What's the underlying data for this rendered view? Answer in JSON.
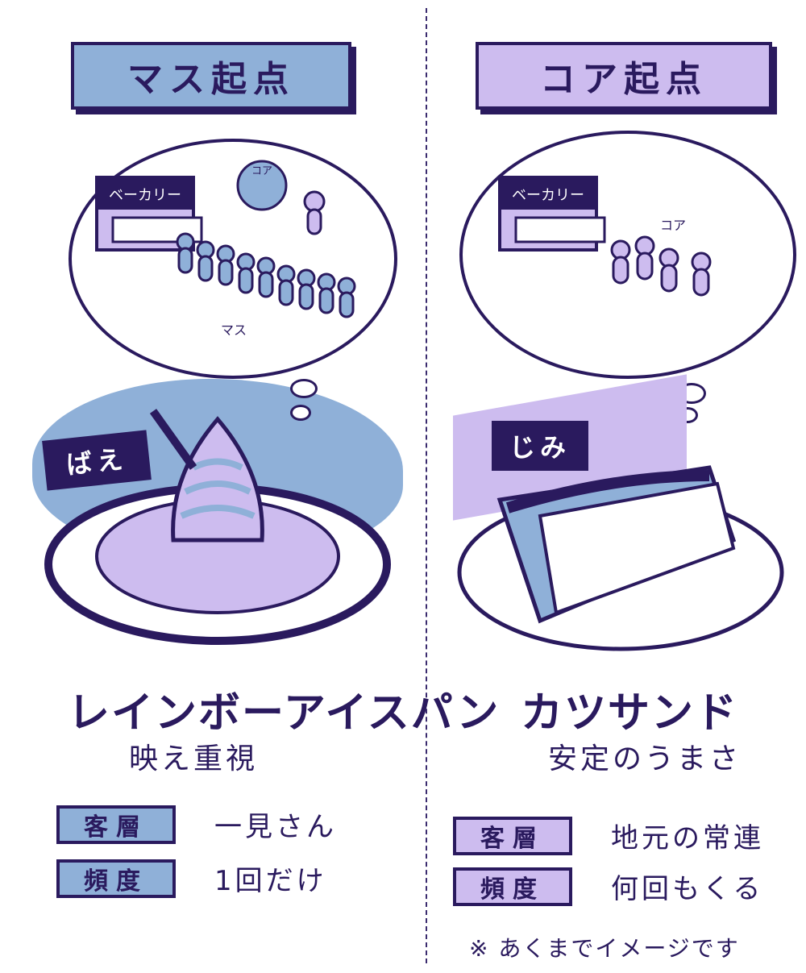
{
  "left": {
    "header": "マス起点",
    "scene": {
      "shop_sign": "ベーカリー",
      "thought_label": "コア",
      "crowd_label": "マス"
    },
    "tag": "ばえ",
    "product_name": "レインボーアイスパン",
    "tagline": "映え重視",
    "rows": [
      {
        "chip": "客層",
        "value": "一見さん"
      },
      {
        "chip": "頻度",
        "value": "1回だけ"
      }
    ],
    "accent_color": "#8fb0d8"
  },
  "right": {
    "header": "コア起点",
    "scene": {
      "shop_sign": "ベーカリー",
      "group_label": "コア"
    },
    "tag": "じみ",
    "product_name": "カツサンド",
    "tagline": "安定のうまさ",
    "rows": [
      {
        "chip": "客層",
        "value": "地元の常連"
      },
      {
        "chip": "頻度",
        "value": "何回もくる"
      }
    ],
    "note": "※ あくまでイメージです",
    "accent_color": "#cdbcef"
  },
  "ink_color": "#2a1a5e"
}
